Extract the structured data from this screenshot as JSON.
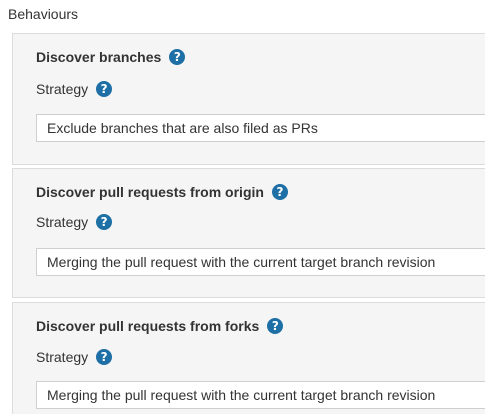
{
  "section": {
    "title": "Behaviours"
  },
  "behaviours": [
    {
      "heading": "Discover branches",
      "strategy_label": "Strategy",
      "strategy_value": "Exclude branches that are also filed as PRs"
    },
    {
      "heading": "Discover pull requests from origin",
      "strategy_label": "Strategy",
      "strategy_value": "Merging the pull request with the current target branch revision"
    },
    {
      "heading": "Discover pull requests from forks",
      "strategy_label": "Strategy",
      "strategy_value": "Merging the pull request with the current target branch revision"
    }
  ],
  "icons": {
    "help": "?"
  },
  "colors": {
    "help_icon": "#1d6fa5",
    "panel_bg": "#f5f5f5"
  }
}
